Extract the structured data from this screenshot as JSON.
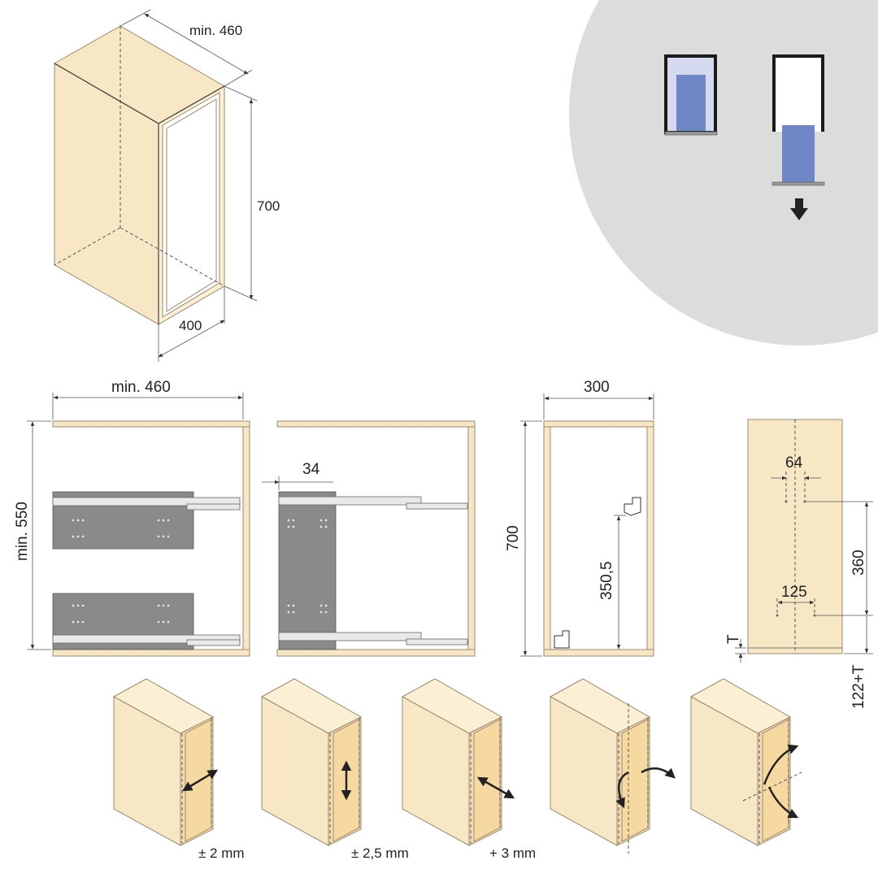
{
  "isometric_cabinet": {
    "width_label": "min. 460",
    "height_label": "700",
    "depth_label": "400"
  },
  "operation_icon": {
    "colors": {
      "circle": "#dcdcdc",
      "insert": "#6f86c7",
      "frame": "#1a1a1a",
      "bg": "#d6daf1"
    },
    "arrow_icon": "arrow-down-icon"
  },
  "front_view": {
    "width_label": "min. 460",
    "height_label": "min. 550"
  },
  "side_view": {
    "offset_label": "34"
  },
  "depth_view": {
    "width_label": "300",
    "height_label": "700",
    "mount_height_label": "350,5"
  },
  "door_drilling": {
    "spacing_top_label": "64",
    "spacing_bottom_label": "125",
    "vertical_label": "360",
    "thickness_label": "T",
    "bottom_label": "122+T"
  },
  "adjustments": [
    {
      "label": "± 2 mm"
    },
    {
      "label": "± 2,5 mm"
    },
    {
      "label": "+ 3 mm"
    },
    {
      "label": ""
    },
    {
      "label": ""
    }
  ],
  "colors": {
    "wood": "#f8e7c4",
    "plate": "#8a8a8a",
    "line": "#333333"
  }
}
